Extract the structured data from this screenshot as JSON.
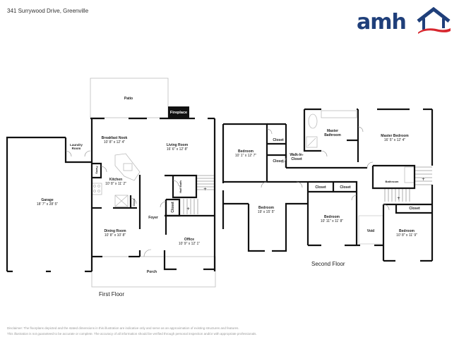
{
  "header": {
    "address": "341 Surrywood Drive, Greenville",
    "logo_text": "amh",
    "logo_colors": {
      "text": "#1f3f7a",
      "swoosh": "#d7262e"
    }
  },
  "first_floor": {
    "title": "First Floor",
    "patio": {
      "label": "Patio"
    },
    "fireplace": {
      "label": "Fireplace"
    },
    "breakfast_nook": {
      "label": "Breakfast Nook",
      "dims": "10' 8\" x 12' 4\""
    },
    "living_room": {
      "label": "Living Room",
      "dims": "16' 6\" x 12' 8\""
    },
    "laundry": {
      "label_line1": "Laundry",
      "label_line2": "Room"
    },
    "pantry": {
      "label": "Pantry"
    },
    "kitchen": {
      "label": "Kitchen",
      "dims": "10' 8\" x 11' 2\""
    },
    "half_bath": {
      "label": "Half Bath"
    },
    "closet_small": {
      "label": "Closet"
    },
    "closet_foyer": {
      "label": "Closet"
    },
    "garage": {
      "label": "Garage",
      "dims": "18' 7\" x 28' 5\""
    },
    "foyer": {
      "label": "Foyer"
    },
    "dining_room": {
      "label": "Dining Room",
      "dims": "10' 8\" x 10' 8\""
    },
    "office": {
      "label": "Office",
      "dims": "10' 9\" x 12' 1\""
    },
    "porch": {
      "label": "Porch"
    }
  },
  "second_floor": {
    "title": "Second Floor",
    "bedroom_1": {
      "label": "Bedroom",
      "dims": "10' 1\" x 12' 7\""
    },
    "closet_a": {
      "label": "Closet"
    },
    "closet_b": {
      "label": "Closet"
    },
    "walk_in": {
      "label_line1": "Walk-In-",
      "label_line2": "Closet"
    },
    "master_bath": {
      "label_line1": "Master",
      "label_line2": "Bathroom"
    },
    "master_bedroom": {
      "label": "Master Bedroom",
      "dims": "16' 5\" x 12' 4\""
    },
    "bathroom": {
      "label": "Bathroom"
    },
    "bedroom_2": {
      "label": "Bedroom",
      "dims": "19' x 15' 5\""
    },
    "closet_c": {
      "label": "Closet"
    },
    "closet_d": {
      "label": "Closet"
    },
    "bedroom_3": {
      "label": "Bedroom",
      "dims": "10' 11\" x 11' 8\""
    },
    "void": {
      "label": "Void"
    },
    "closet_e": {
      "label": "Closet"
    },
    "bedroom_4": {
      "label": "Bedroom",
      "dims": "10' 8\" x 11' 9\""
    }
  },
  "footer": {
    "disclaimer_line1": "Disclaimer: The floorplans depicted and the stated dimensions in this illustration are indicative only and serve as an approximation of existing structures and features.",
    "disclaimer_line2": "This illustration is not guaranteed to be accurate or complete. The accuracy of all information should be verified through personal inspection and/or with appropriate professionals."
  }
}
